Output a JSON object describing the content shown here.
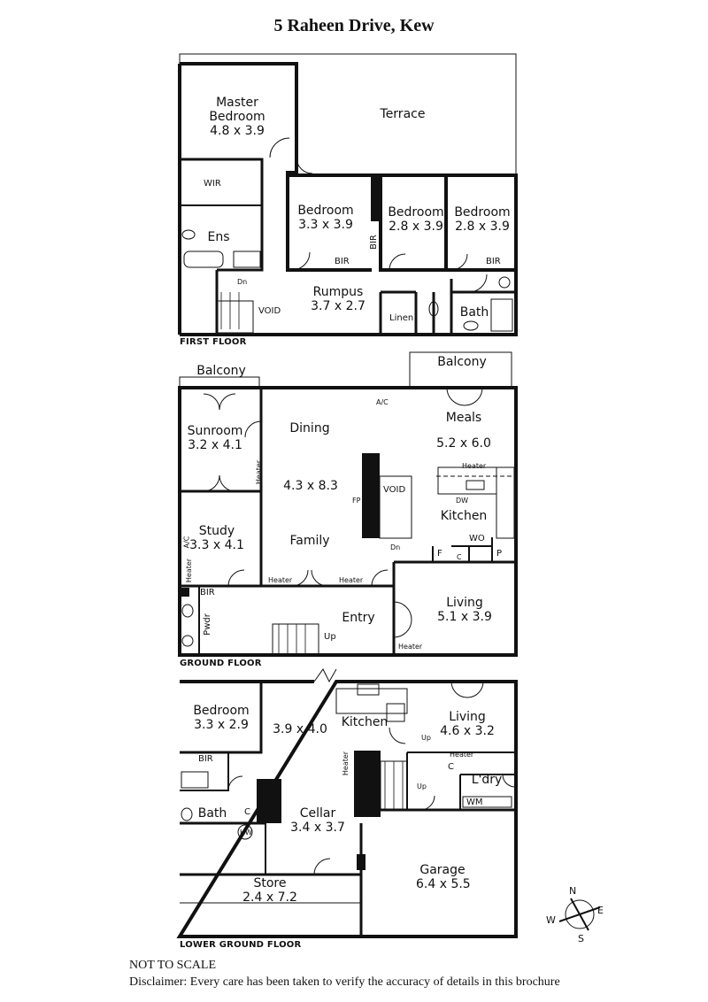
{
  "title": "5 Raheen Drive, Kew",
  "floors": {
    "first": "FIRST FLOOR",
    "ground": "GROUND FLOOR",
    "lower": "LOWER GROUND FLOOR"
  },
  "first_floor": {
    "master": {
      "name": "Master",
      "name2": "Bedroom",
      "dims": "4.8 x 3.9"
    },
    "terrace": "Terrace",
    "wir": "WIR",
    "ens": "Ens",
    "bed1": {
      "name": "Bedroom",
      "dims": "3.3 x 3.9"
    },
    "bed2": {
      "name": "Bedroom",
      "dims": "2.8 x 3.9"
    },
    "bed3": {
      "name": "Bedroom",
      "dims": "2.8 x 3.9"
    },
    "bir1": "BIR",
    "bir_vert": "BIR",
    "bir3": "BIR",
    "dn": "Dn",
    "void": "VOID",
    "rumpus": {
      "name": "Rumpus",
      "dims": "3.7 x 2.7"
    },
    "linen": "Linen",
    "bath": "Bath"
  },
  "ground_floor": {
    "balcony_left": "Balcony",
    "balcony_right": "Balcony",
    "ac_top": "A/C",
    "sunroom": {
      "name": "Sunroom",
      "dims": "3.2 x 4.1"
    },
    "dining": "Dining",
    "meals": {
      "name": "Meals",
      "dims": "5.2 x 6.0"
    },
    "heater_kitchen": "Heater",
    "heater_sun": "Heater",
    "dining_dims": "4.3 x 8.3",
    "fp": "FP",
    "void": "VOID",
    "dw": "DW",
    "kitchen": "Kitchen",
    "study": {
      "name": "Study",
      "dims": "3.3 x 4.1"
    },
    "ac_study": "A/C",
    "heater_study": "Heater",
    "family": "Family",
    "dn": "Dn",
    "wo": "WO",
    "f": "F",
    "c": "C",
    "p": "P",
    "heater_fam1": "Heater",
    "heater_fam2": "Heater",
    "bir": "BIR",
    "living": {
      "name": "Living",
      "dims": "5.1 x 3.9"
    },
    "pwdr": "Pwdr",
    "entry": "Entry",
    "up": "Up",
    "heater_living": "Heater"
  },
  "lower_floor": {
    "bedroom": {
      "name": "Bedroom",
      "dims": "3.3 x 2.9"
    },
    "rumpus_dims": "3.9 x 4.0",
    "kitchen": "Kitchen",
    "living": {
      "name": "Living",
      "dims": "4.6 x 3.2"
    },
    "bir": "BIR",
    "up1": "Up",
    "up2": "Up",
    "heater_l": "Heater",
    "heater_r": "Heater",
    "c1": "C",
    "ldry": "L'dry",
    "wm": "WM",
    "bath": "Bath",
    "c2": "C",
    "hw": "HW",
    "cellar": {
      "name": "Cellar",
      "dims": "3.4 x 3.7"
    },
    "garage": {
      "name": "Garage",
      "dims": "6.4 x 5.5"
    },
    "store": {
      "name": "Store",
      "dims": "2.4 x 7.2"
    }
  },
  "compass": {
    "n": "N",
    "e": "E",
    "s": "S",
    "w": "W"
  },
  "footer": {
    "scale": "NOT TO SCALE",
    "disclaimer": "Disclaimer: Every care has been taken to verify the accuracy of details in this brochure"
  }
}
